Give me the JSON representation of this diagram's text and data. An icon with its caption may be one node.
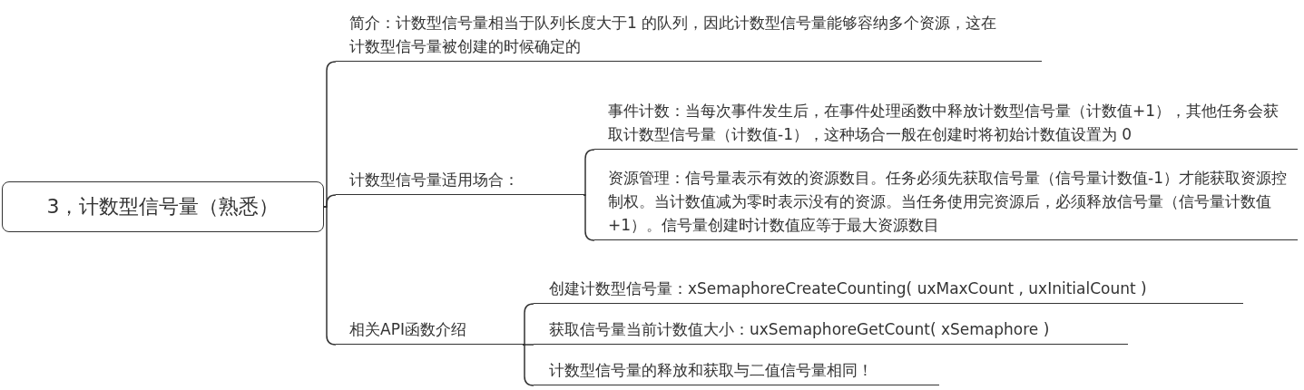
{
  "diagram": {
    "nodes": [
      {
        "text": [
          "3，计数型信号量（熟悉）"
        ]
      },
      {
        "text": [
          "简介：计数型信号量相当于队列长度大于1 的队列，因此计数型信号量能够容纳多个资源，这在计数型信号量被创建的时候确定的"
        ]
      },
      {
        "text": [
          "计数型信号量适用场合："
        ]
      },
      {
        "text": [
          "事件计数：当每次事件发生后，在事件处理函数中释放计数型信号量（计数值+1），其他任务会获取计数型信号量（计数值-1），这种场合一般在创建时将初始计数值设置为 0"
        ]
      },
      {
        "text": [
          "资源管理：信号量表示有效的资源数目。任务必须先获取信号量（信号量计数值-1）才能获取资源控制权。当计数值减为零时表示没有的资源。当任务使用完资源后，必须释放信号量（信号量计数值+1）。信号量创建时计数值应等于最大资源数目"
        ]
      },
      {
        "text": [
          "相关API函数介绍"
        ]
      },
      {
        "text": [
          "创建计数型信号量：xSemaphoreCreateCounting( uxMaxCount , uxInitialCount )"
        ]
      },
      {
        "text": [
          "获取信号量当前计数值大小：uxSemaphoreGetCount( xSemaphore )"
        ]
      },
      {
        "text": [
          "计数型信号量的释放和获取与二值信号量相同！"
        ]
      }
    ],
    "edges": [
      {
        "from": 0,
        "to": 1,
        "arrow": "none"
      },
      {
        "from": 0,
        "to": 2,
        "arrow": "none"
      },
      {
        "from": 0,
        "to": 5,
        "arrow": "none"
      },
      {
        "from": 2,
        "to": 3,
        "arrow": "none"
      },
      {
        "from": 2,
        "to": 4,
        "arrow": "none"
      },
      {
        "from": 5,
        "to": 6,
        "arrow": "none"
      },
      {
        "from": 5,
        "to": 7,
        "arrow": "none"
      },
      {
        "from": 5,
        "to": 8,
        "arrow": "none"
      }
    ]
  }
}
